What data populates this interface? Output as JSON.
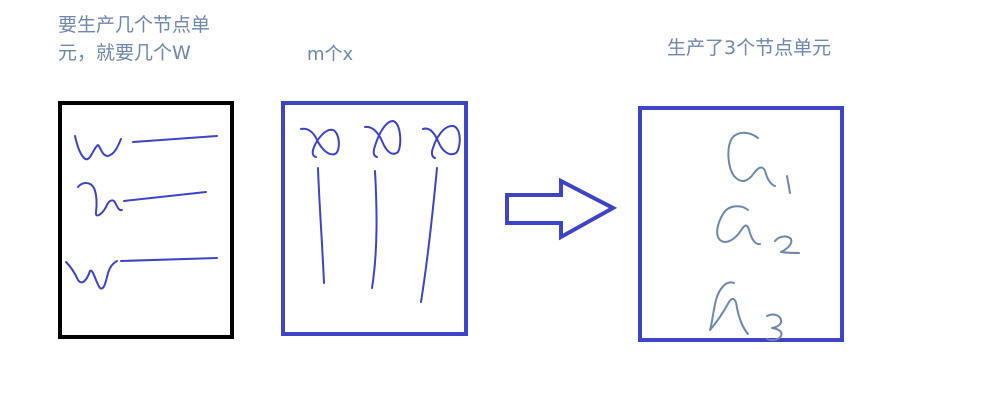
{
  "labels": {
    "left_line1": "要生产几个节点单",
    "left_line2": "元，就要几个W",
    "middle": "m个x",
    "right": "生产了3个节点单元"
  },
  "colors": {
    "background": "#ffffff",
    "black_box": "#000000",
    "blue_box": "#3d44c5",
    "label_text": "#6f86ad",
    "sketch_blue": "#3d44c5"
  }
}
